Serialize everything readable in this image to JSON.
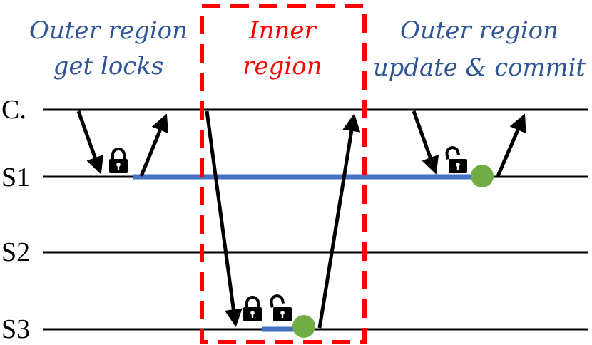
{
  "colors": {
    "outer_text": "#2f5597",
    "inner_text": "#ff0000",
    "inner_box": "#ff0000",
    "hold_bar": "#4472c4",
    "commit_dot": "#70ad47",
    "lines": "#000000"
  },
  "labels": {
    "outer_left_line1": "Outer region",
    "outer_left_line2": "get locks",
    "inner_line1": "Inner",
    "inner_line2": "region",
    "outer_right_line1": "Outer region",
    "outer_right_line2": "update & commit"
  },
  "rows": [
    {
      "id": "c",
      "label": "C."
    },
    {
      "id": "s1",
      "label": "S1"
    },
    {
      "id": "s2",
      "label": "S2"
    },
    {
      "id": "s3",
      "label": "S3"
    }
  ],
  "icons": [
    "lock-icon",
    "unlock-icon",
    "commit-dot"
  ]
}
